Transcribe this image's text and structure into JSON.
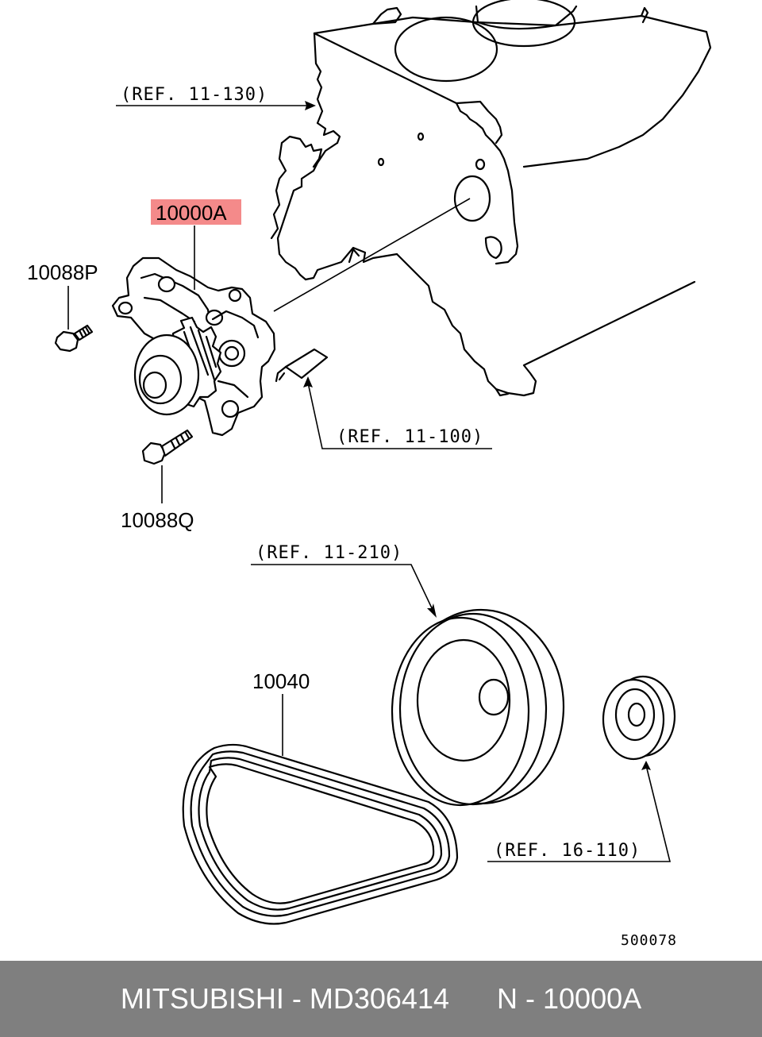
{
  "labels": {
    "ref_11_130": "(REF. 11-130)",
    "ref_11_100": "(REF. 11-100)",
    "ref_11_210": "(REF. 11-210)",
    "ref_16_110": "(REF. 16-110)",
    "part_10000A": "10000A",
    "part_10088P": "10088P",
    "part_10088Q": "10088Q",
    "part_10040": "10040",
    "diagram_no": "500078"
  },
  "highlight": {
    "part": "10000A",
    "color": "#f48a8a"
  },
  "footer": {
    "brand": "MITSUBISHI",
    "separator": " - ",
    "part_number": "MD306414",
    "ref_prefix": "N",
    "ref_code": "10000A",
    "background": "#7f7f7f",
    "text_color": "#ffffff"
  }
}
